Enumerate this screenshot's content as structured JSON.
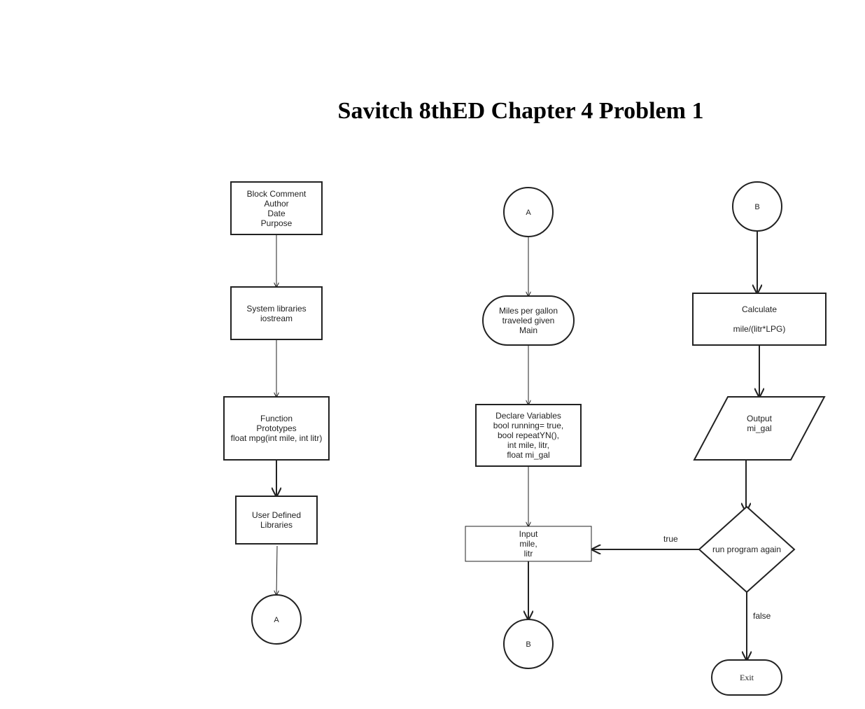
{
  "title": "Savitch 8thED Chapter 4 Problem 1",
  "nodes": {
    "block_comment": [
      "Block Comment",
      "Author",
      "Date",
      "Purpose"
    ],
    "system_libraries": [
      "System libraries",
      "iostream"
    ],
    "function_prototypes": [
      "Function",
      "Prototypes",
      "float mpg(int mile, int litr)"
    ],
    "user_defined_libraries": [
      "User Defined",
      "Libraries"
    ],
    "connector_a_out": "A",
    "connector_a_in": "A",
    "main_terminal": [
      "Miles per gallon",
      "traveled given",
      "Main"
    ],
    "declare_variables": [
      "Declare Variables",
      "bool running= true,",
      "bool repeatYN(),",
      "int mile, litr,",
      "float mi_gal"
    ],
    "input": [
      "Input",
      "mile,",
      "litr"
    ],
    "connector_b_out": "B",
    "connector_b_in": "B",
    "calculate": [
      "Calculate",
      "",
      "mile/(litr*LPG)"
    ],
    "output": [
      "Output",
      "mi_gal"
    ],
    "decision": "run program again",
    "exit": "Exit"
  },
  "edges": {
    "true_label": "true",
    "false_label": "false"
  }
}
